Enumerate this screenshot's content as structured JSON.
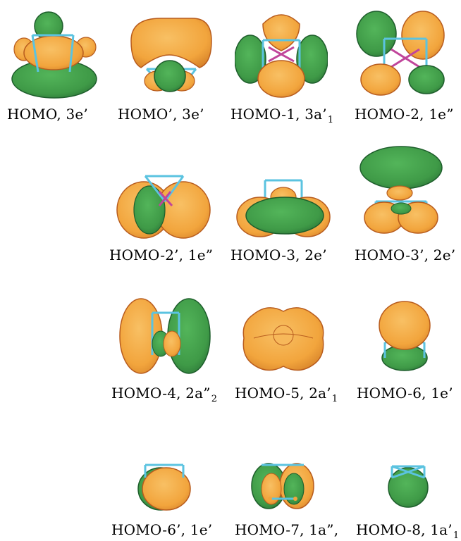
{
  "colors": {
    "orange": "#F2A53D",
    "orange_edge": "#B85C1E",
    "green": "#3F9A47",
    "green_edge": "#1E5E2C",
    "bond": "#5BC3E0",
    "bond_special": "#C0459B"
  },
  "labels": {
    "homo": "HOMO, 3e’",
    "homo_prime": "HOMO’, 3e’",
    "homo_1_main": "HOMO-1, 3a’",
    "homo_1_sub": "1",
    "homo_2": "HOMO-2, 1e”",
    "homo_2_prime": "HOMO-2’, 1e”",
    "homo_3": "HOMO-3, 2e’",
    "homo_3_prime": "HOMO-3’, 2e’",
    "homo_4_main": "HOMO-4, 2a”",
    "homo_4_sub": "2",
    "homo_5_main": "HOMO-5, 2a’",
    "homo_5_sub": "1",
    "homo_6": "HOMO-6, 1e’",
    "homo_6_prime": "HOMO-6’, 1e’",
    "homo_7": "HOMO-7, 1a”,",
    "homo_8_main": "HOMO-8, 1a’",
    "homo_8_sub": "1"
  }
}
